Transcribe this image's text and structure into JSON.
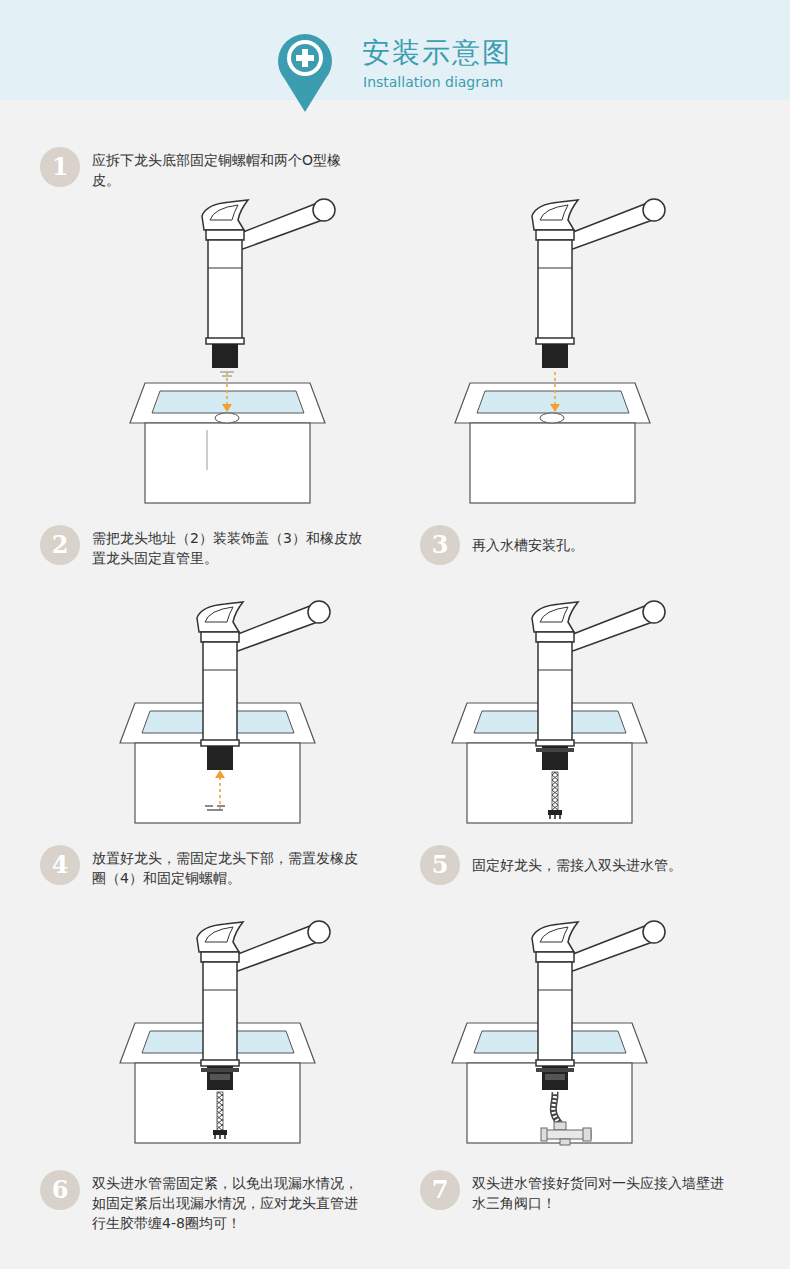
{
  "diagram": {
    "title": "安装示意图",
    "nodes": [
      {
        "text": [
          "1",
          "应拆下龙头底部固定铜螺帽和两个O型橡皮。"
        ]
      },
      {
        "text": [
          "2",
          "需把龙头地址（2）装装饰盖（3）和橡皮放置龙头固定直管里。"
        ]
      },
      {
        "text": [
          "3",
          "再入水槽安装孔。"
        ]
      },
      {
        "text": [
          "4",
          "放置好龙头，需固定龙头下部，需置发橡皮圈（4）和固定铜螺帽。"
        ]
      },
      {
        "text": [
          "5",
          "固定好龙头，需接入双头进水管。"
        ]
      },
      {
        "text": [
          "6",
          "双头进水管需固定紧，以免出现漏水情况，如固定紧后出现漏水情况，应对龙头直管进行生胶带缠4-8圈均可！"
        ]
      },
      {
        "text": [
          "7",
          "双头进水管接好货同对一头应接入墙壁进水三角阀口！"
        ]
      }
    ],
    "labels": [
      "Installation diagram"
    ]
  }
}
